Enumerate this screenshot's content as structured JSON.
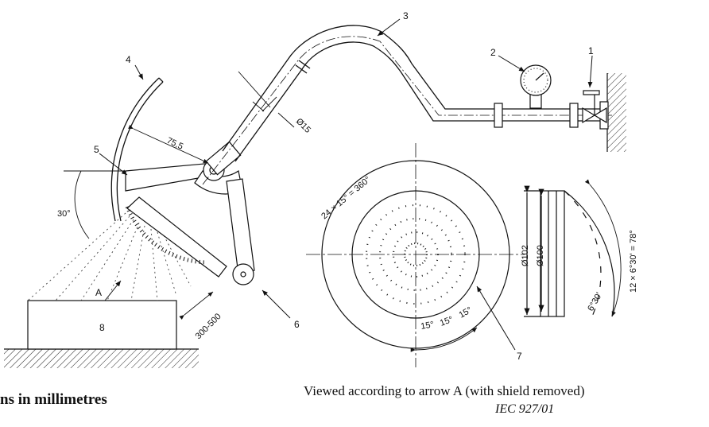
{
  "labels": {
    "part1": "1",
    "part2": "2",
    "part3": "3",
    "part4": "4",
    "part5": "5",
    "part6": "6",
    "part7": "7",
    "part8": "8",
    "arrow_a": "A"
  },
  "dimensions": {
    "radius": "75,5",
    "hole": "Ø15",
    "angle": "30°",
    "distance": "300-500",
    "holes_circle": "24 × 15° = 360°",
    "dia_outer": "Ø102",
    "dia_inner": "Ø100",
    "angle_steps": "12 × 6°30' = 78°",
    "step": "6°30'",
    "pitch_a": "15°",
    "pitch_b": "15°",
    "pitch_c": "15°"
  },
  "captions": {
    "units": "ns in millimetres",
    "view": "Viewed according to arrow A (with shield removed)",
    "reference": "IEC 927/01"
  }
}
